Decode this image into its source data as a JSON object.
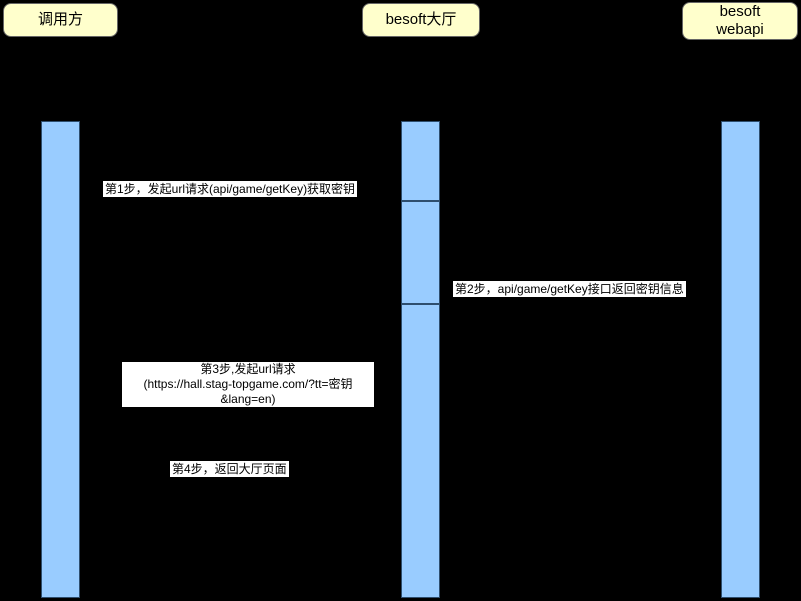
{
  "diagram": {
    "type": "sequence-diagram",
    "actors": {
      "caller": {
        "label": "调用方"
      },
      "hall": {
        "label": "besoft大厅"
      },
      "webapi": {
        "line1": "besoft",
        "line2": "webapi"
      }
    },
    "messages": {
      "m1": {
        "step": "1",
        "text": "第1步，发起url请求(api/game/getKey)获取密钥",
        "from": "caller",
        "to": "hall"
      },
      "m2": {
        "step": "2",
        "text": "第2步，api/game/getKey接口返回密钥信息",
        "from": "webapi",
        "to": "hall"
      },
      "m3": {
        "step": "3",
        "line1": "第3步,发起url请求",
        "line2": "(https://hall.stag-topgame.com/?tt=密钥&lang=en)",
        "from": "caller",
        "to": "hall"
      },
      "m4": {
        "step": "4",
        "text": "第4步，返回大厅页面",
        "from": "hall",
        "to": "caller"
      }
    },
    "colors": {
      "background": "#000000",
      "actor_fill": "#FFFFCC",
      "actor_border": "#666666",
      "activation_fill": "#99CCFF",
      "activation_border": "#2E4E6E",
      "label_bg": "#FFFFFF",
      "label_text": "#000000"
    }
  }
}
